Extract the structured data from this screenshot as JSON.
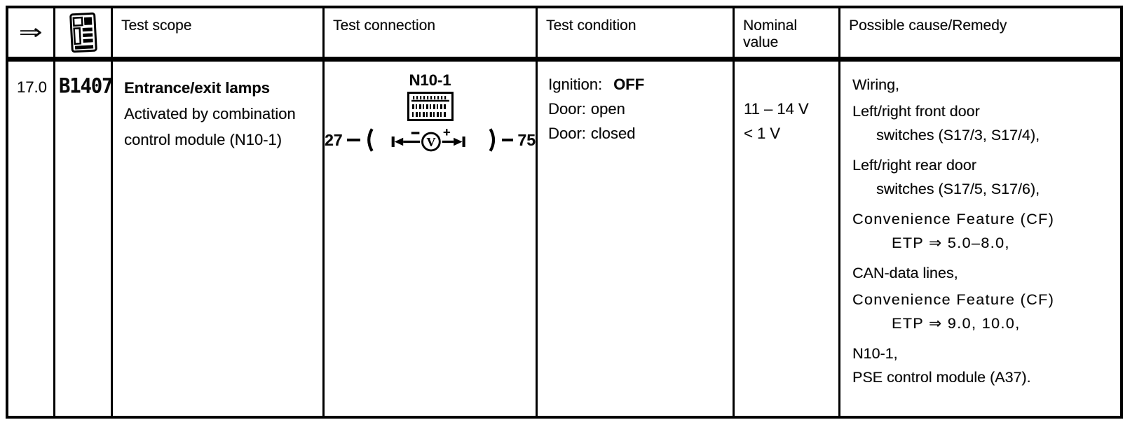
{
  "table": {
    "header": {
      "step_symbol": "⇒",
      "tester_icon": "hand-held-tester",
      "test_scope": "Test scope",
      "test_connection": "Test connection",
      "test_condition": "Test condition",
      "nominal_value": "Nominal value",
      "possible_cause": "Possible cause/Remedy"
    },
    "row": {
      "step": "17.0",
      "fault_code": "B1407",
      "scope": {
        "title": "Entrance/exit lamps",
        "line1": "Activated by combination",
        "line2": "control module (N10-1)"
      },
      "connection": {
        "module": "N10-1",
        "pin_left": "27",
        "pin_right": "75",
        "meter_symbol": "V",
        "minus": "−",
        "plus": "+"
      },
      "conditions": [
        {
          "label": "Ignition:",
          "value": "OFF"
        },
        {
          "label": "Door:",
          "value": "open"
        },
        {
          "label": "Door:",
          "value": "closed"
        }
      ],
      "nominal": [
        "11 – 14 V",
        "< 1 V"
      ],
      "remedy": [
        {
          "text": "Wiring,"
        },
        {
          "text": "Left/right front door"
        },
        {
          "text": "switches (S17/3, S17/4),"
        },
        {
          "text": "Left/right rear door"
        },
        {
          "text": "switches (S17/5, S17/6),"
        },
        {
          "text": "Convenience Feature (CF)"
        },
        {
          "text": "ETP ⇒ 5.0–8.0,"
        },
        {
          "text": "CAN-data lines,"
        },
        {
          "text": "Convenience Feature (CF)"
        },
        {
          "text": "ETP ⇒ 9.0, 10.0,"
        },
        {
          "text": "N10-1,"
        },
        {
          "text": "PSE control module (A37)."
        }
      ]
    },
    "colors": {
      "ink": "#0a0a0a",
      "paper": "#ffffff"
    }
  }
}
